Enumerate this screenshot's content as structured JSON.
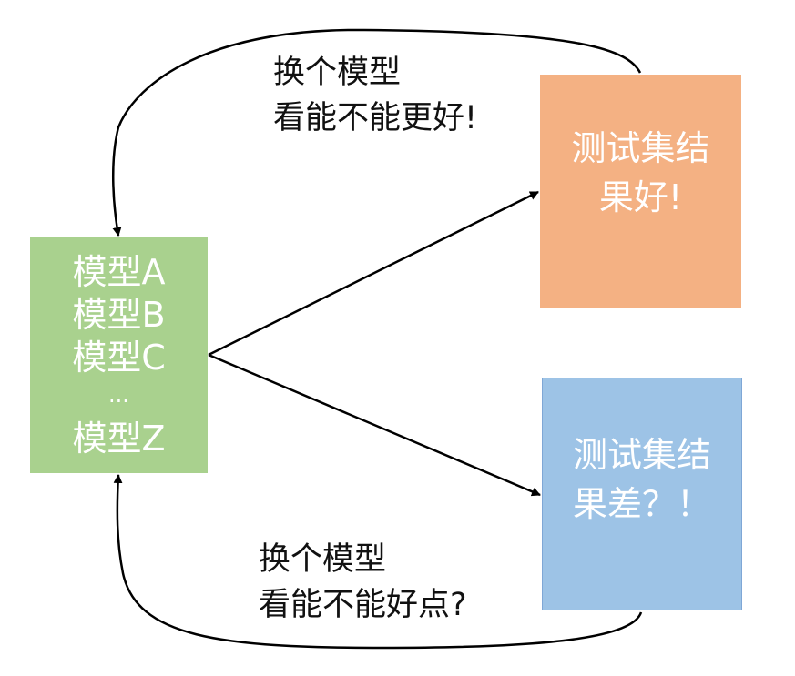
{
  "model_box": {
    "items": [
      "模型A",
      "模型B",
      "模型C"
    ],
    "ellipsis": "...",
    "last": "模型Z",
    "color": "#a9d18e"
  },
  "good_result": {
    "lines": [
      "测试集结",
      "果好!"
    ],
    "color": "#f4b183"
  },
  "bad_result": {
    "lines": [
      "测试集结",
      "果差？！"
    ],
    "color": "#9dc3e6"
  },
  "top_loop_label": {
    "lines": [
      "换个模型",
      "看能不能更好!"
    ]
  },
  "bottom_loop_label": {
    "lines": [
      "换个模型",
      "看能不能好点?"
    ]
  }
}
